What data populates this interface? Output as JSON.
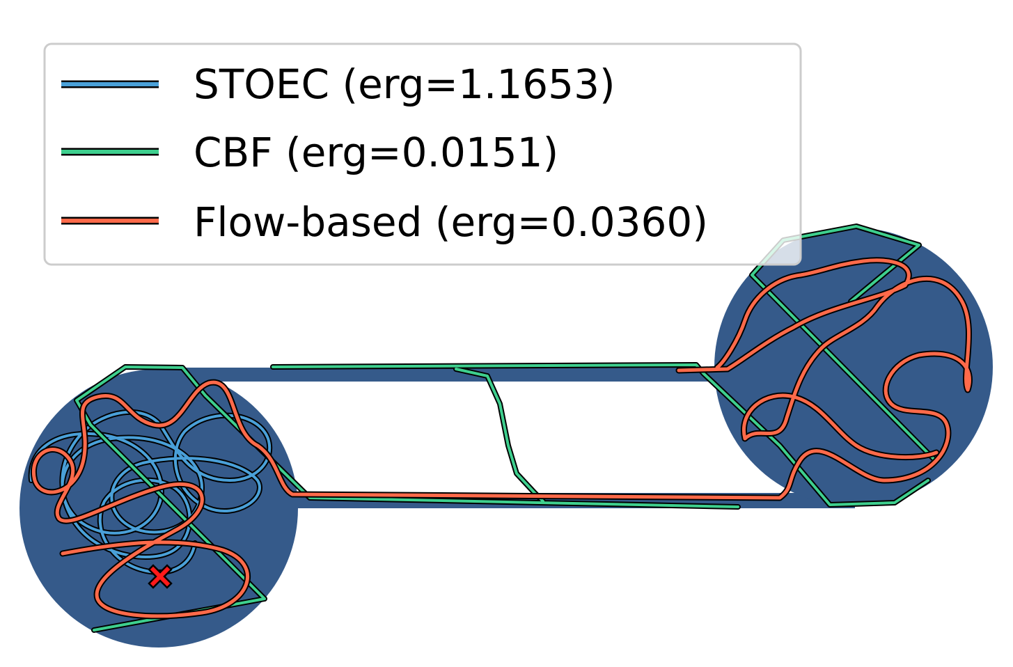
{
  "chart_data": {
    "type": "line",
    "title": "",
    "xlabel": "",
    "ylabel": "",
    "axes_visible": false,
    "grid": false,
    "legend_position": "top-left",
    "environment": {
      "region_color": "#355a8a",
      "description_shapes": [
        "left-circle",
        "corridor",
        "right-circle"
      ]
    },
    "start_marker": {
      "symbol": "X",
      "color": "#ff1a1a"
    },
    "series": [
      {
        "name": "STOEC (erg=1.1653)",
        "color": "#4aa0d8"
      },
      {
        "name": "CBF (erg=0.0151)",
        "color": "#3ecf8e"
      },
      {
        "name": "Flow-based (erg=0.0360)",
        "color": "#ff6a4a"
      }
    ]
  }
}
